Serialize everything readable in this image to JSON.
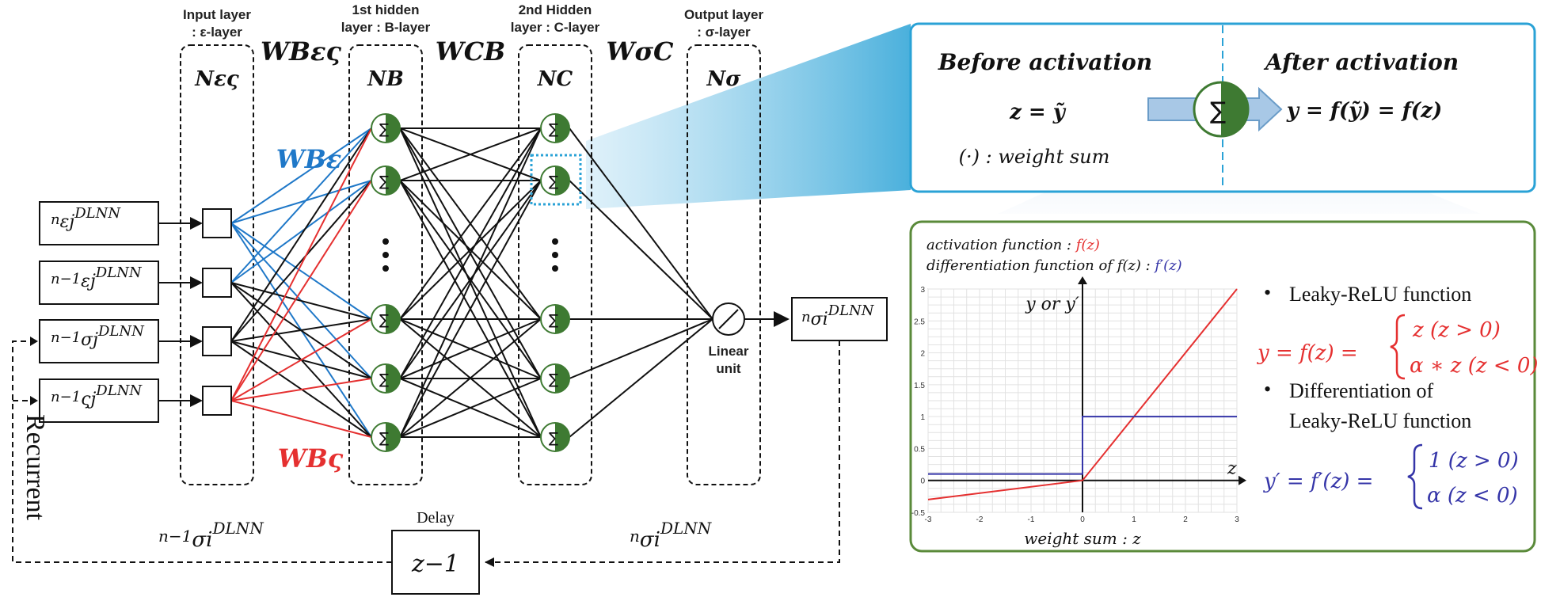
{
  "layers": {
    "input": {
      "title_line1": "Input layer",
      "title_line2": ": ε-layer",
      "node_label": "Nες"
    },
    "hidden1": {
      "title_line1": "1st hidden",
      "title_line2": "layer : B-layer",
      "node_label": "NB"
    },
    "hidden2": {
      "title_line1": "2nd Hidden",
      "title_line2": "layer : C-layer",
      "node_label": "NC"
    },
    "output": {
      "title_line1": "Output layer",
      "title_line2": ": σ-layer",
      "node_label": "Nσ"
    }
  },
  "weights": {
    "w_b_epsilon_sigma": "WBες",
    "w_cb": "WCB",
    "w_sigma_c": "WσC",
    "w_b_epsilon": "WBε",
    "w_b_sigma": "WBς"
  },
  "inputs": [
    {
      "prefix": "n",
      "symbol": "εj",
      "sup": "DLNN"
    },
    {
      "prefix": "n−1",
      "symbol": "εj",
      "sup": "DLNN"
    },
    {
      "prefix": "n−1",
      "symbol": "σj",
      "sup": "DLNN"
    },
    {
      "prefix": "n−1",
      "symbol": "ςj",
      "sup": "DLNN"
    }
  ],
  "output": {
    "prefix": "n",
    "symbol": "σi",
    "sup": "DLNN",
    "unit_line1": "Linear",
    "unit_line2": "unit"
  },
  "feedback": {
    "recurrent_label": "Recurrent",
    "delay_label": "Delay",
    "delay_symbol": "z−1",
    "left_signal": {
      "prefix": "n−1",
      "symbol": "σi",
      "sup": "DLNN"
    },
    "right_signal": {
      "prefix": "n",
      "symbol": "σi",
      "sup": "DLNN"
    }
  },
  "zoom_panel": {
    "before_title": "Before activation",
    "after_title": "After activation",
    "before_eq": "z = ỹ",
    "after_eq": "y = f(ỹ) = f(z)",
    "weight_sum_note": "(·) : weight sum"
  },
  "activation_panel": {
    "line1_prefix": "activation function : ",
    "line1_fn": "f(z)",
    "line2_prefix": "differentiation function of f(z) : ",
    "line2_fn": "f′(z)",
    "bullet1": "Leaky-ReLU function",
    "eq1_lhs": "y = f(z) =",
    "eq1_case1": "z  (z > 0)",
    "eq1_case2": "α ∗ z (z < 0)",
    "bullet2_line1": "Differentiation of",
    "bullet2_line2": "Leaky-ReLU function",
    "eq2_lhs": "y′ = f′(z) =",
    "eq2_case1": "1 (z > 0)",
    "eq2_case2": "α (z < 0)"
  },
  "chart_data": {
    "type": "line",
    "xlabel": "weight sum : z",
    "ylabel": "y or y′",
    "axis_arrow_label": "z",
    "xlim": [
      -3,
      3
    ],
    "ylim": [
      -0.5,
      3
    ],
    "x_ticks": [
      "-3",
      "-2",
      "-1",
      "0",
      "1",
      "2",
      "3"
    ],
    "y_ticks": [
      "-0.5",
      "0",
      "0.5",
      "1",
      "1.5",
      "2",
      "2.5",
      "3"
    ],
    "grid": true,
    "series": [
      {
        "color": "#e53030",
        "x": [
          -3,
          0,
          3
        ],
        "y": [
          -0.3,
          0,
          3
        ]
      },
      {
        "color": "#3535a8",
        "x": [
          -3,
          0,
          0,
          3
        ],
        "y": [
          0.1,
          0.1,
          1,
          1
        ]
      }
    ]
  },
  "colors": {
    "blue_weights": "#1f78c8",
    "red_weights": "#e53030",
    "neuron_green": "#3e7a32",
    "panel_blue_border": "#2aa2d6",
    "panel_green_border": "#5a8a3a"
  }
}
